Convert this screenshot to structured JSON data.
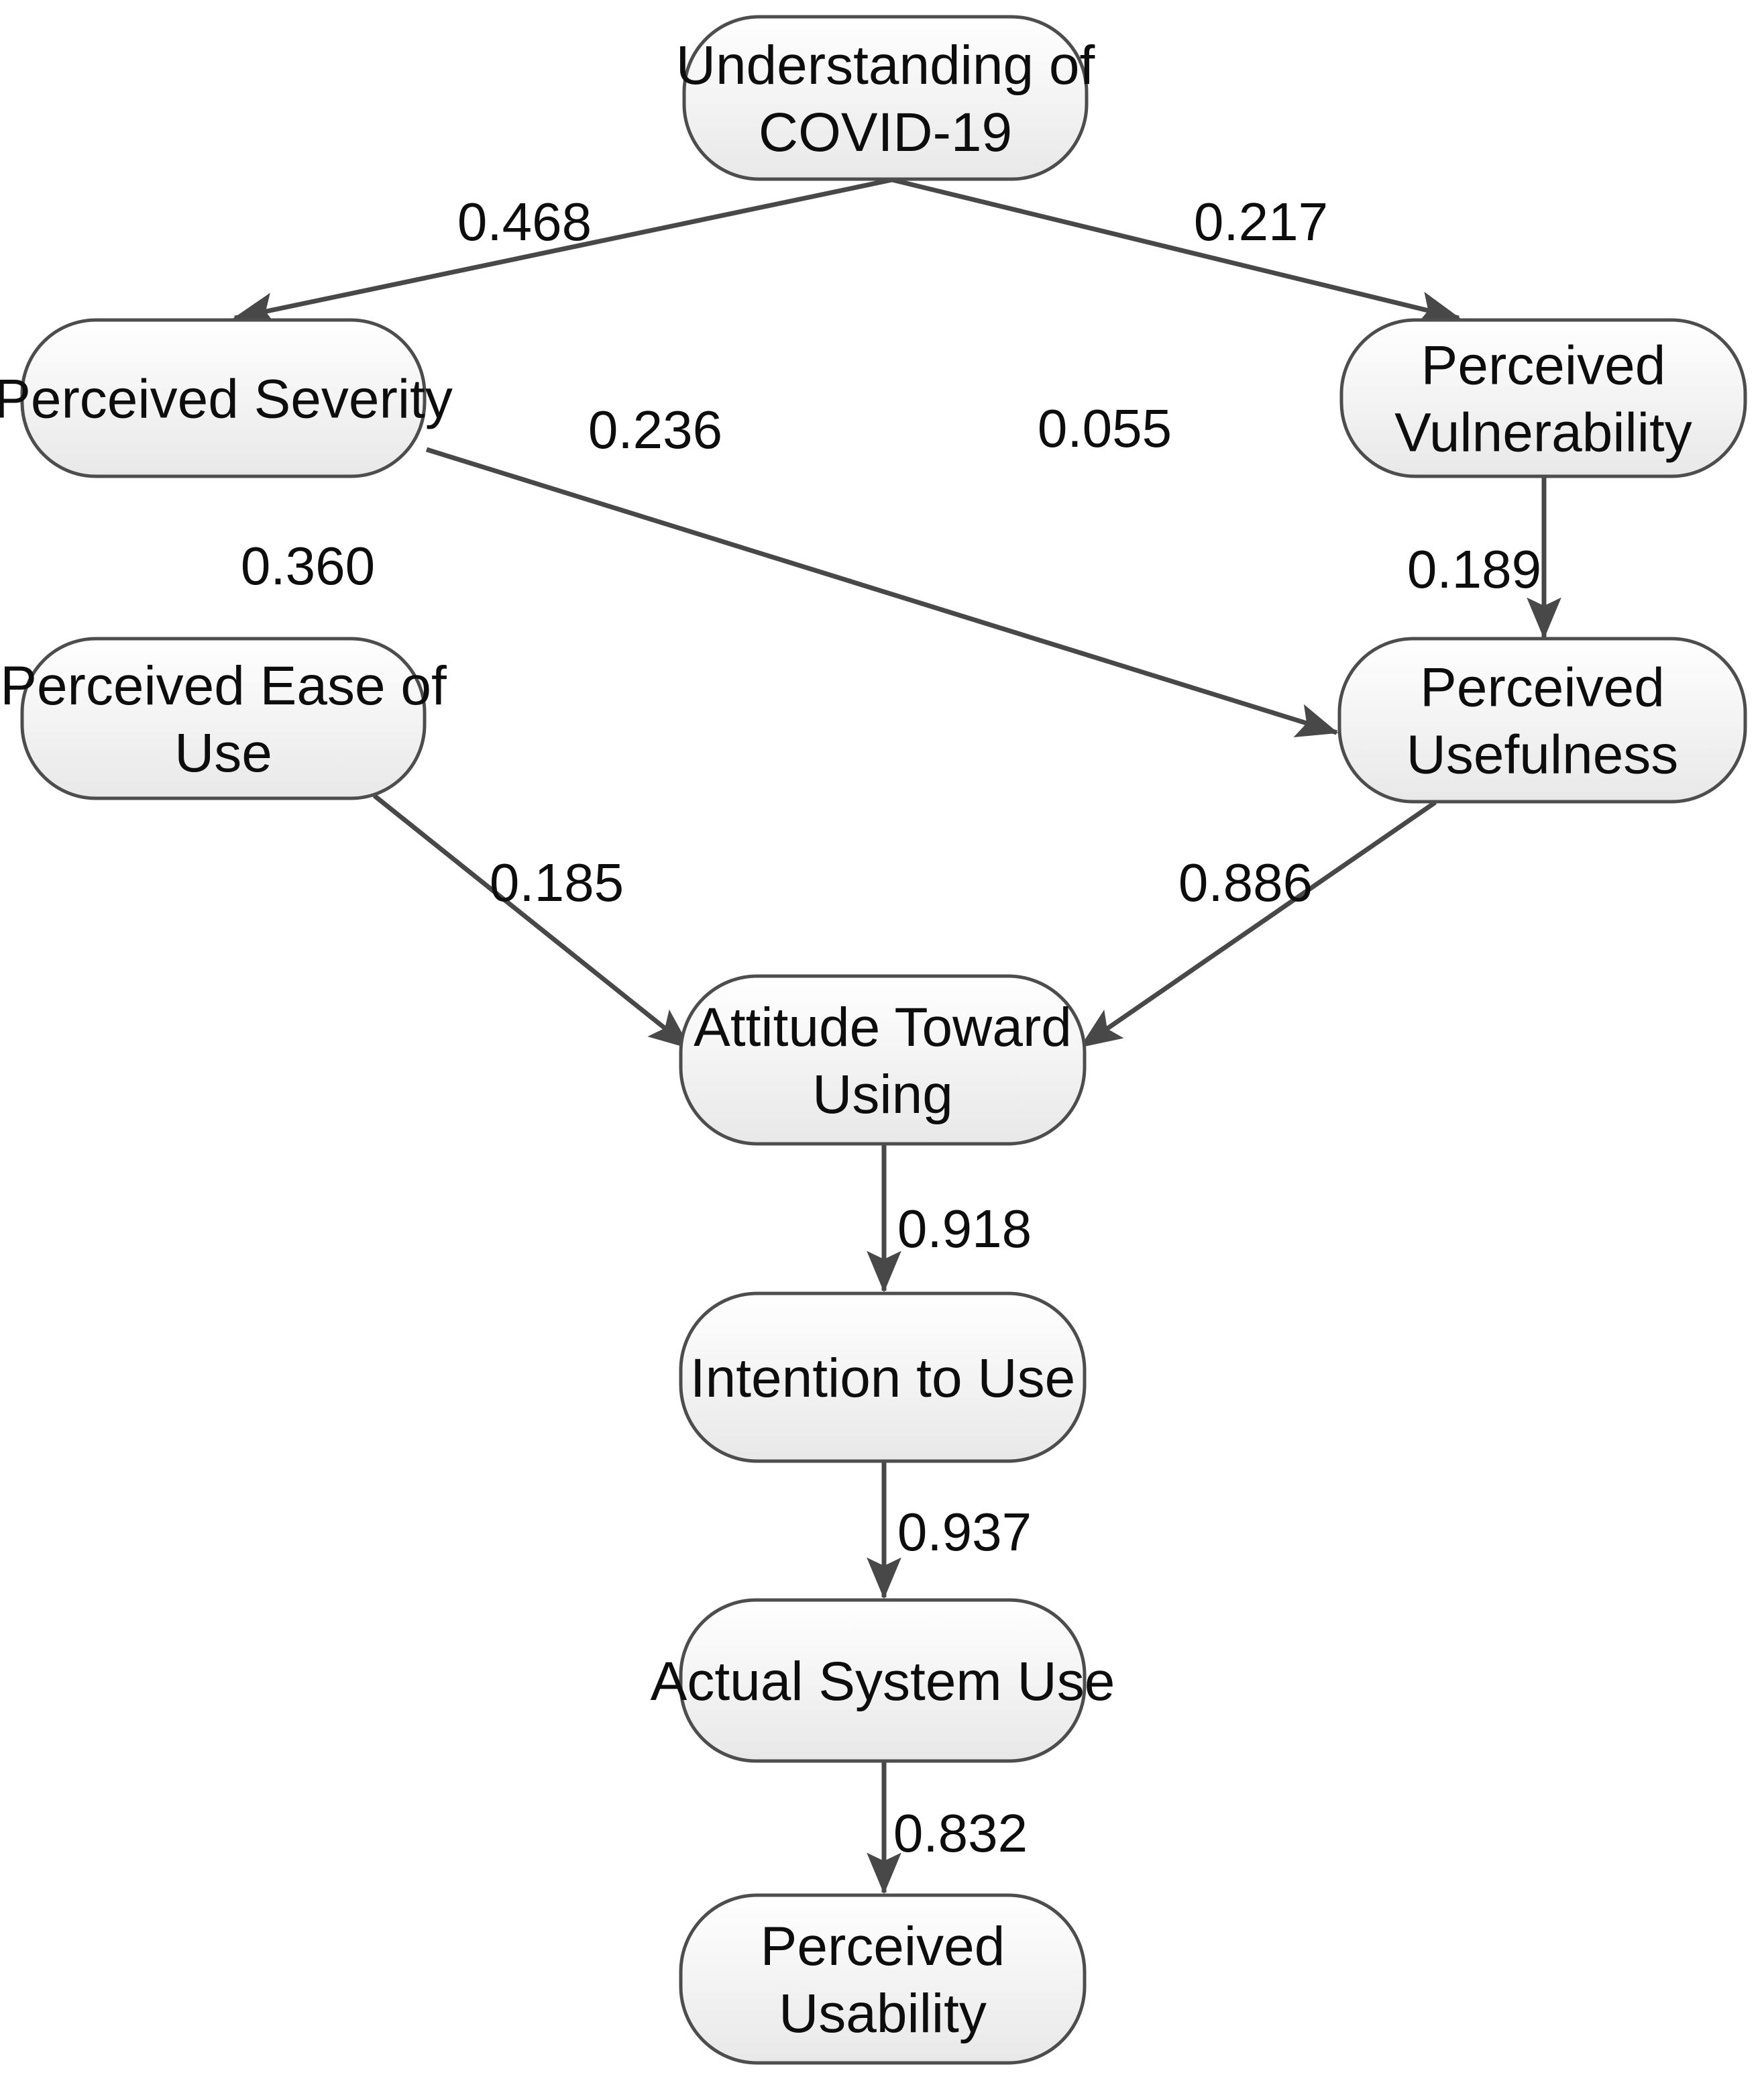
{
  "diagram": {
    "type": "path-model",
    "nodes": [
      {
        "id": "understanding",
        "label": "Understanding of COVID-19",
        "lines": [
          "Understanding of",
          "COVID-19"
        ]
      },
      {
        "id": "severity",
        "label": "Perceived Severity",
        "lines": [
          "Perceived Severity"
        ]
      },
      {
        "id": "vulnerability",
        "label": "Perceived Vulnerability",
        "lines": [
          "Perceived",
          "Vulnerability"
        ]
      },
      {
        "id": "ease",
        "label": "Perceived Ease of Use",
        "lines": [
          "Perceived Ease of",
          "Use"
        ]
      },
      {
        "id": "usefulness",
        "label": "Perceived Usefulness",
        "lines": [
          "Perceived",
          "Usefulness"
        ]
      },
      {
        "id": "attitude",
        "label": "Attitude Toward Using",
        "lines": [
          "Attitude Toward",
          "Using"
        ]
      },
      {
        "id": "intention",
        "label": "Intention to Use",
        "lines": [
          "Intention to Use"
        ]
      },
      {
        "id": "actual",
        "label": "Actual System Use",
        "lines": [
          "Actual System Use"
        ]
      },
      {
        "id": "usability",
        "label": "Perceived Usability",
        "lines": [
          "Perceived",
          "Usability"
        ]
      }
    ],
    "edges": [
      {
        "id": "understanding-severity",
        "from": "understanding",
        "to": "severity",
        "value": "0.468"
      },
      {
        "id": "understanding-vulnerability",
        "from": "understanding",
        "to": "vulnerability",
        "value": "0.217"
      },
      {
        "id": "severity-usefulness",
        "from": "severity",
        "to": "usefulness",
        "value": "0.236"
      },
      {
        "id": "vulnerability-usefulness",
        "from": "vulnerability",
        "to": "usefulness",
        "value": "0.189"
      },
      {
        "id": "ease-attitude",
        "from": "ease",
        "to": "attitude",
        "value": "0.185"
      },
      {
        "id": "usefulness-attitude",
        "from": "usefulness",
        "to": "attitude",
        "value": "0.886"
      },
      {
        "id": "attitude-intention",
        "from": "attitude",
        "to": "intention",
        "value": "0.918"
      },
      {
        "id": "intention-actual",
        "from": "intention",
        "to": "actual",
        "value": "0.937"
      },
      {
        "id": "actual-usability",
        "from": "actual",
        "to": "usability",
        "value": "0.832"
      }
    ],
    "floating_labels": [
      {
        "id": "label-0055",
        "value": "0.055"
      },
      {
        "id": "label-0360",
        "value": "0.360"
      }
    ],
    "colors": {
      "background": "#ffffff",
      "node_fill_top": "#ffffff",
      "node_fill_bottom": "#e8e8e8",
      "node_border": "#4d4d4d",
      "arrow": "#484848",
      "text": "#0d0d0d"
    }
  }
}
